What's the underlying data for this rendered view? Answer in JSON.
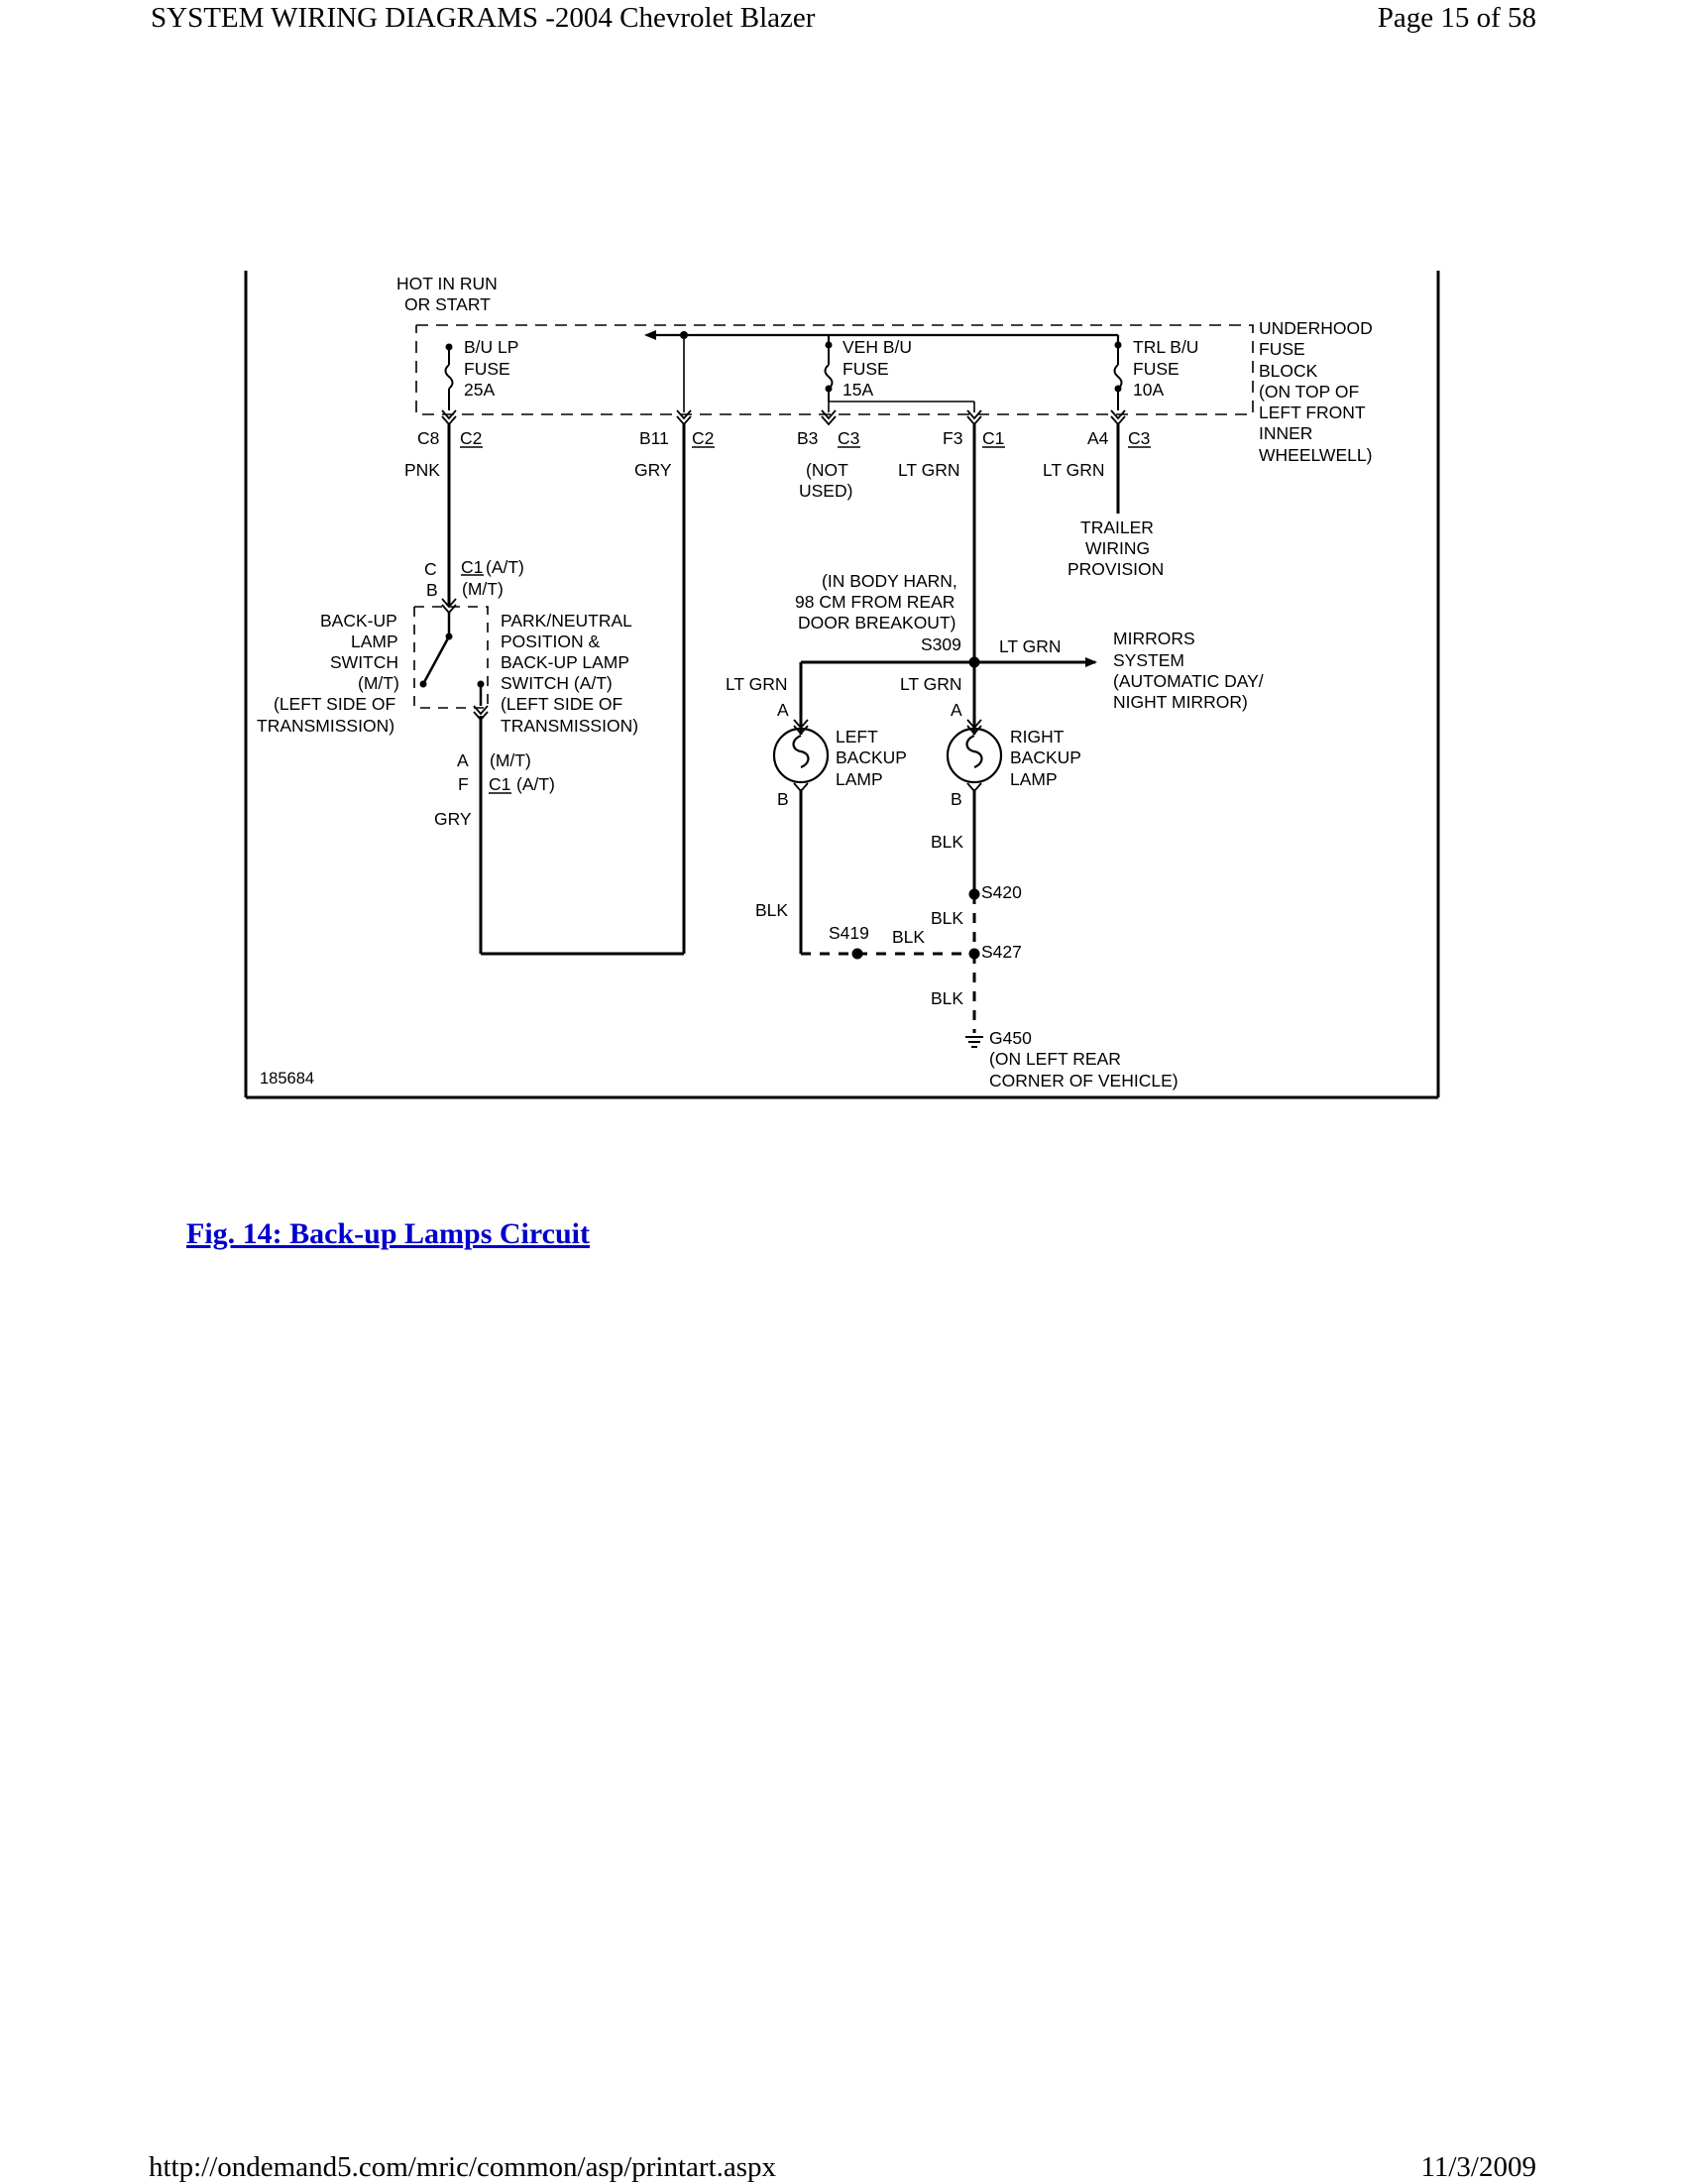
{
  "header": {
    "title": "SYSTEM WIRING DIAGRAMS -2004 Chevrolet Blazer",
    "page": "Page 15 of 58"
  },
  "footer": {
    "url": "http://ondemand5.com/mric/common/asp/printart.aspx",
    "date": "11/3/2009"
  },
  "caption": "Fig. 14: Back-up Lamps Circuit",
  "diagram": {
    "figure_id": "185684",
    "hot_line1": "HOT IN RUN",
    "hot_line2": "OR START",
    "fuse_block": [
      "UNDERHOOD",
      "FUSE",
      "BLOCK",
      "(ON TOP OF",
      "LEFT FRONT",
      "INNER",
      "WHEELWELL)"
    ],
    "fuse1": [
      "B/U LP",
      "FUSE",
      "25A"
    ],
    "fuse2": [
      "VEH B/U",
      "FUSE",
      "15A"
    ],
    "fuse3": [
      "TRL B/U",
      "FUSE",
      "10A"
    ],
    "pins": {
      "c8": "C8",
      "c8_conn": "C2",
      "b11": "B11",
      "b11_conn": "C2",
      "b3": "B3",
      "b3_conn": "C3",
      "f3": "F3",
      "f3_conn": "C1",
      "a4": "A4",
      "a4_conn": "C3"
    },
    "wires": {
      "pnk": "PNK",
      "gry1": "GRY",
      "not_used1": "(NOT",
      "not_used2": "USED)",
      "ltgrn1": "LT GRN",
      "ltgrn2": "LT GRN",
      "ltgrn3": "LT GRN",
      "ltgrn4": "LT GRN",
      "ltgrn5": "LT GRN",
      "gry2": "GRY",
      "blk1": "BLK",
      "blk2": "BLK",
      "blk3": "BLK",
      "blk4": "BLK",
      "blk5": "BLK"
    },
    "trailer": [
      "TRAILER",
      "WIRING",
      "PROVISION"
    ],
    "splice_note": [
      "(IN BODY HARN,",
      "98 CM FROM REAR",
      "DOOR BREAKOUT)"
    ],
    "s309": "S309",
    "mirrors": [
      "MIRRORS",
      "SYSTEM",
      "(AUTOMATIC DAY/",
      "NIGHT MIRROR)"
    ],
    "switch_pins": {
      "c": "C",
      "c1_at": "C1",
      "at_a": "(A/T)",
      "b": "B",
      "mt_b": "(M/T)",
      "a": "A",
      "mt_a": "(M/T)",
      "f": "F",
      "c1_at_f": "C1",
      "at_f": "(A/T)"
    },
    "backup_switch": [
      "BACK-UP",
      "LAMP",
      "SWITCH",
      "(M/T)",
      "(LEFT SIDE OF",
      "TRANSMISSION)"
    ],
    "park_switch": [
      "PARK/NEUTRAL",
      "POSITION &",
      "BACK-UP LAMP",
      "SWITCH (A/T)",
      "(LEFT SIDE OF",
      "TRANSMISSION)"
    ],
    "left_lamp": [
      "LEFT",
      "BACKUP",
      "LAMP"
    ],
    "right_lamp": [
      "RIGHT",
      "BACKUP",
      "LAMP"
    ],
    "lamp_pins": {
      "la": "A",
      "lb": "B",
      "ra": "A",
      "rb": "B"
    },
    "s420": "S420",
    "s419": "S419",
    "s427": "S427",
    "g450": "G450",
    "ground_note": [
      "(ON LEFT REAR",
      "CORNER OF VEHICLE)"
    ]
  }
}
